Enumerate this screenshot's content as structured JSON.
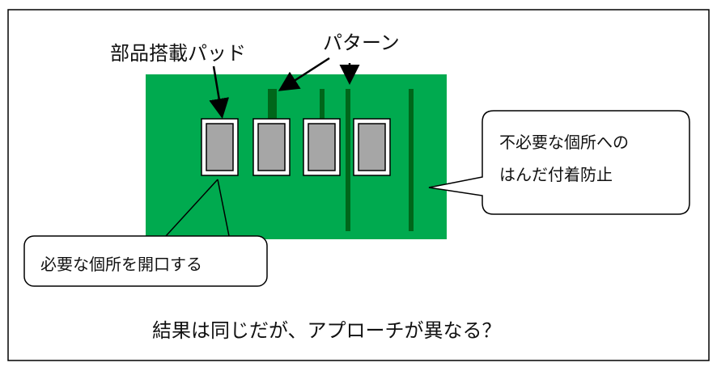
{
  "labels": {
    "pad": "部品搭載パッド",
    "pattern": "パターン",
    "mask_line1": "不必要な個所への",
    "mask_line2": "はんだ付着防止",
    "open": "必要な個所を開口する",
    "conclusion": "結果は同じだが、アプローチが異なる？"
  },
  "colors": {
    "board": "#00AA4F",
    "trace": "#00661A",
    "pad_fill": "#A6A6A6",
    "pad_frame": "#FFFFFF",
    "outline": "#000000"
  }
}
